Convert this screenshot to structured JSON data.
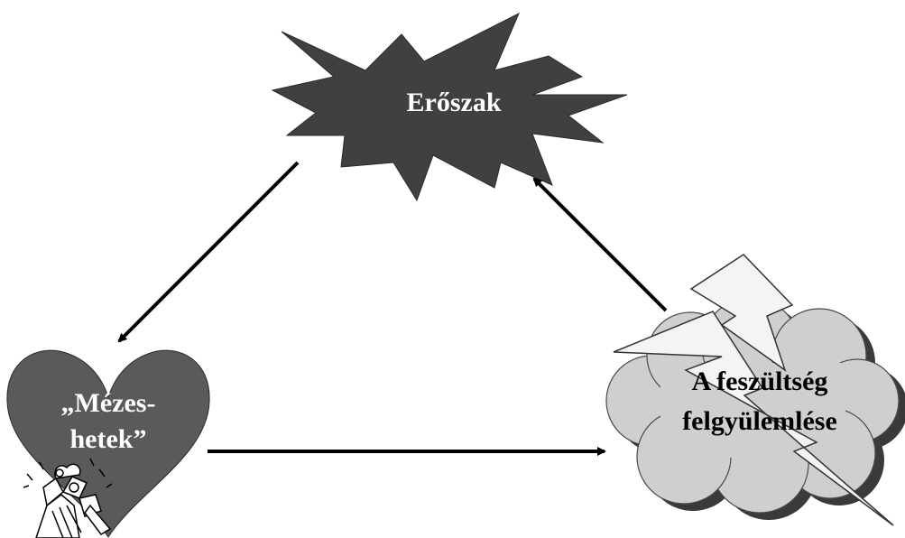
{
  "nodes": {
    "violence": {
      "label": "Erőszak"
    },
    "honeymoon": {
      "label_line1": "„Mézes-",
      "label_line2": "hetek”"
    },
    "tension": {
      "label_line1": "A feszültség",
      "label_line2": "felgyülemlése"
    }
  },
  "colors": {
    "violence_fill": "#404040",
    "heart_fill": "#5a5a5a",
    "cloud_fill": "#cfcfcf",
    "cloud_shadow": "#3a3a3a",
    "lightning_fill": "#f4f4f4",
    "arrow": "#000000"
  },
  "icons": {
    "honeymoon_decoration": "gift-bouquet-icon"
  }
}
